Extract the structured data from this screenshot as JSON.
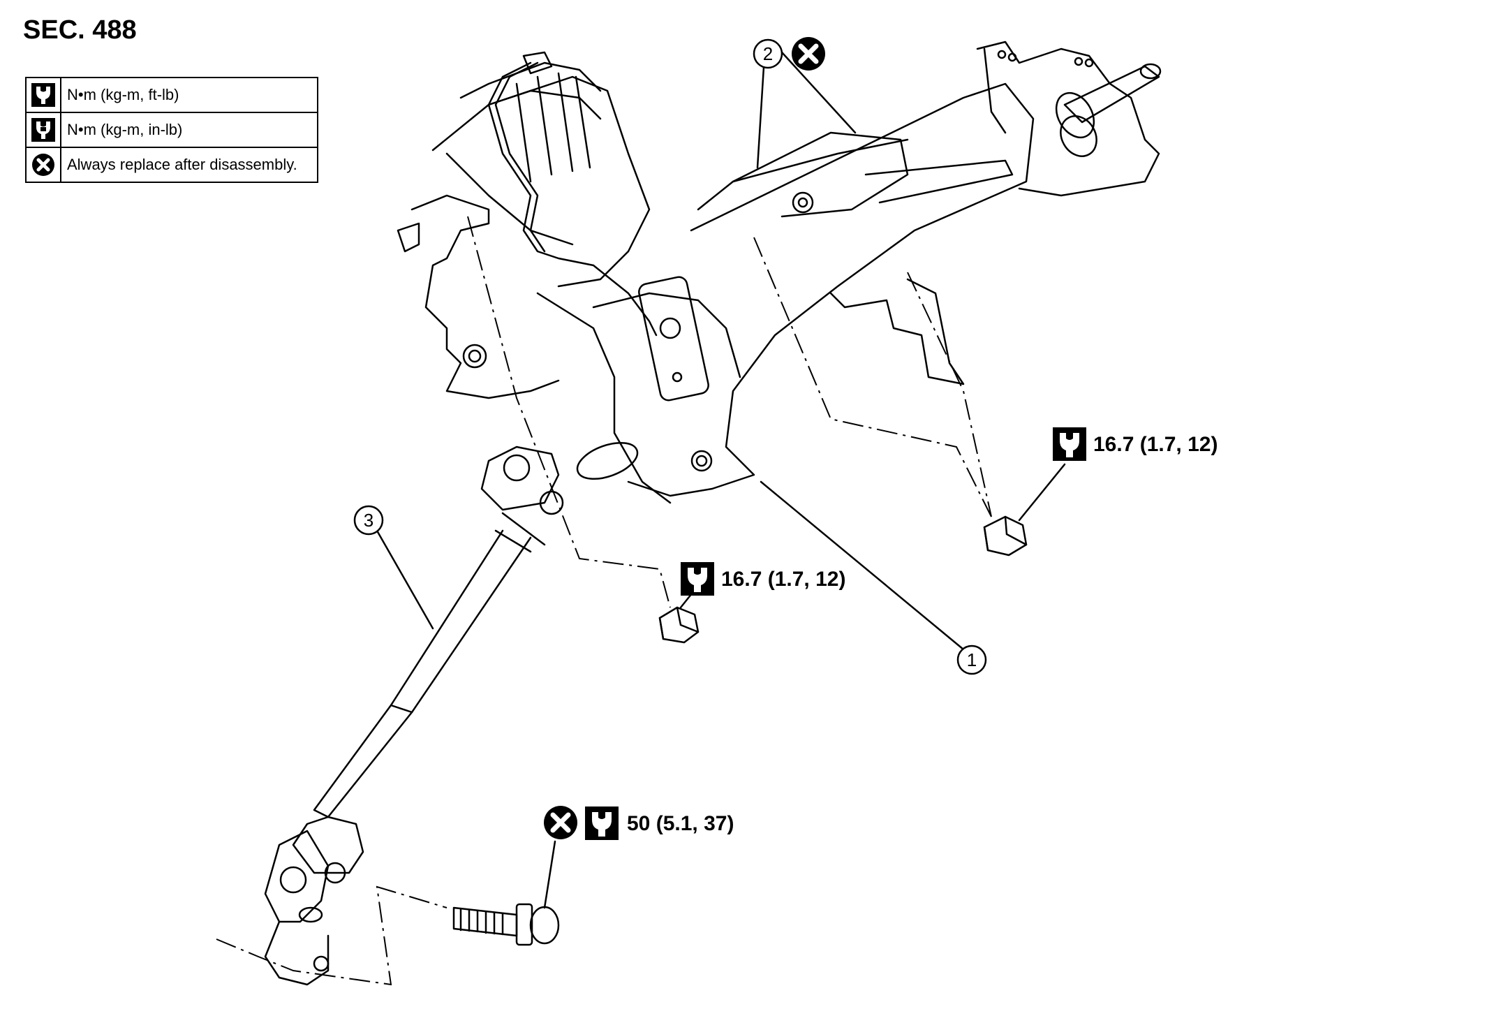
{
  "section": "SEC. 488",
  "legend": [
    {
      "icon": "wrench-torque-icon",
      "text": "N•m (kg-m, ft-lb)"
    },
    {
      "icon": "wrench-torque-small-icon",
      "text": "N•m (kg-m, in-lb)"
    },
    {
      "icon": "replace-x-icon",
      "text": "Always replace after disassembly."
    }
  ],
  "callouts": {
    "c1": "1",
    "c2": "2",
    "c3": "3"
  },
  "torques": {
    "right_nut": "16.7 (1.7, 12)",
    "center_nut": "16.7 (1.7, 12)",
    "bolt": "50 (5.1, 37)"
  }
}
